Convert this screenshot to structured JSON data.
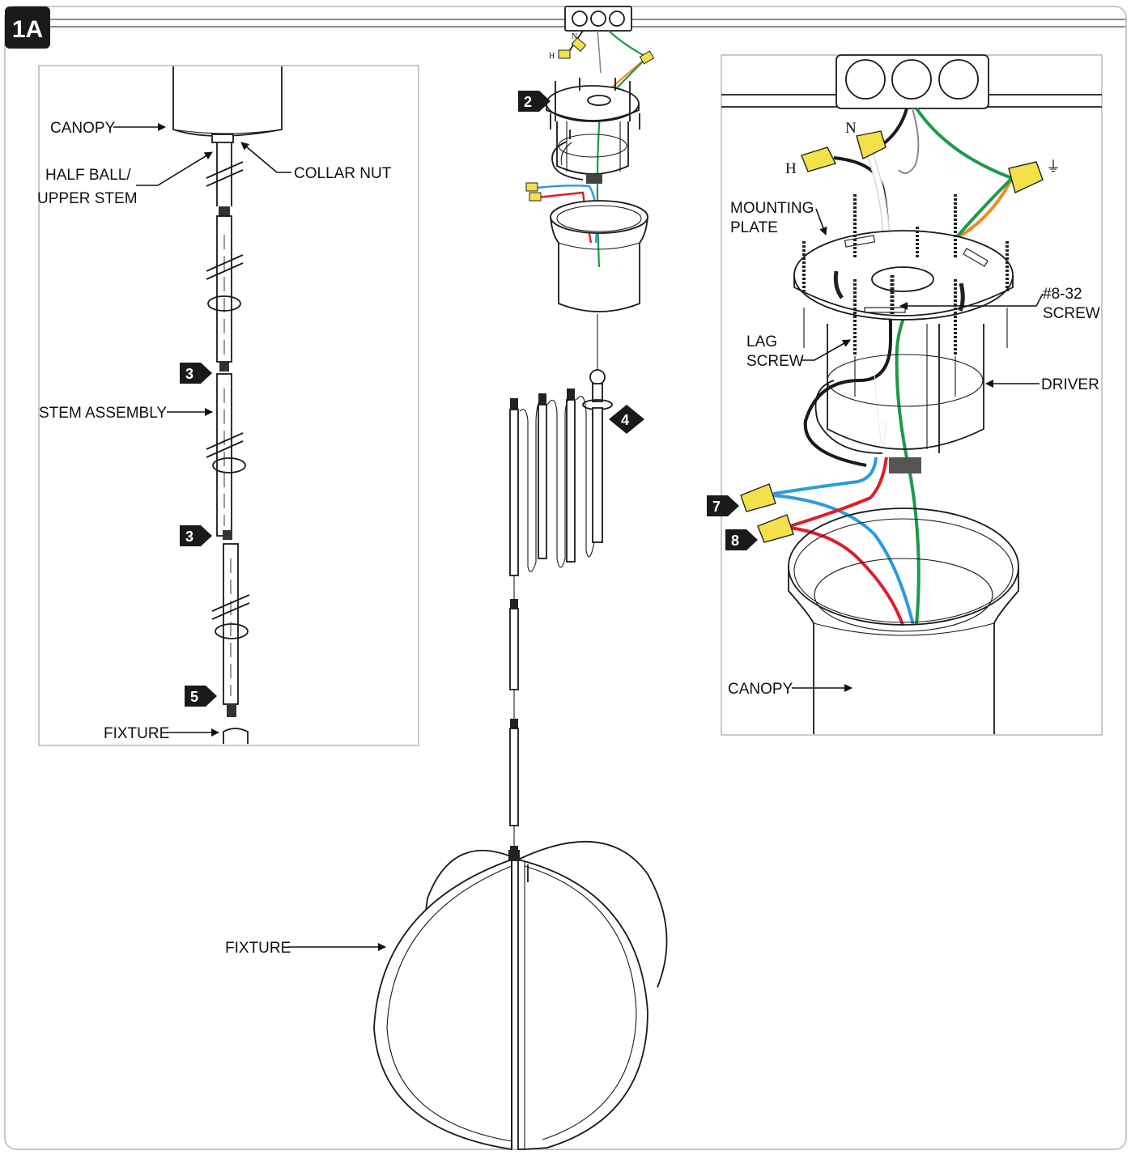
{
  "figure_label": "1A",
  "left_panel": {
    "canopy": "CANOPY",
    "half_ball_line1": "HALF BALL/",
    "half_ball_line2": "UPPER STEM",
    "collar_nut": "COLLAR NUT",
    "stem_assembly": "STEM ASSEMBLY",
    "fixture": "FIXTURE",
    "step_a": "3",
    "step_b": "3",
    "step_c": "5"
  },
  "center": {
    "step_mount": "2",
    "step_stem": "4",
    "fixture": "FIXTURE",
    "wire_n": "N",
    "wire_h": "H"
  },
  "right_panel": {
    "mounting_line1": "MOUNTING",
    "mounting_line2": "PLATE",
    "screw_line1": "#8-32",
    "screw_line2": "SCREW",
    "lag_line1": "LAG",
    "lag_line2": "SCREW",
    "driver": "DRIVER",
    "canopy": "CANOPY",
    "wire_n": "N",
    "wire_h": "H",
    "ground_symbol": "⏚",
    "step_blue": "7",
    "step_red": "8"
  },
  "colors": {
    "green": "#1a9a48",
    "orange": "#f08a24",
    "blue": "#2b9ae0",
    "red": "#e01e26",
    "nut": "#f2e14a",
    "badge": "#1a1a1a"
  }
}
